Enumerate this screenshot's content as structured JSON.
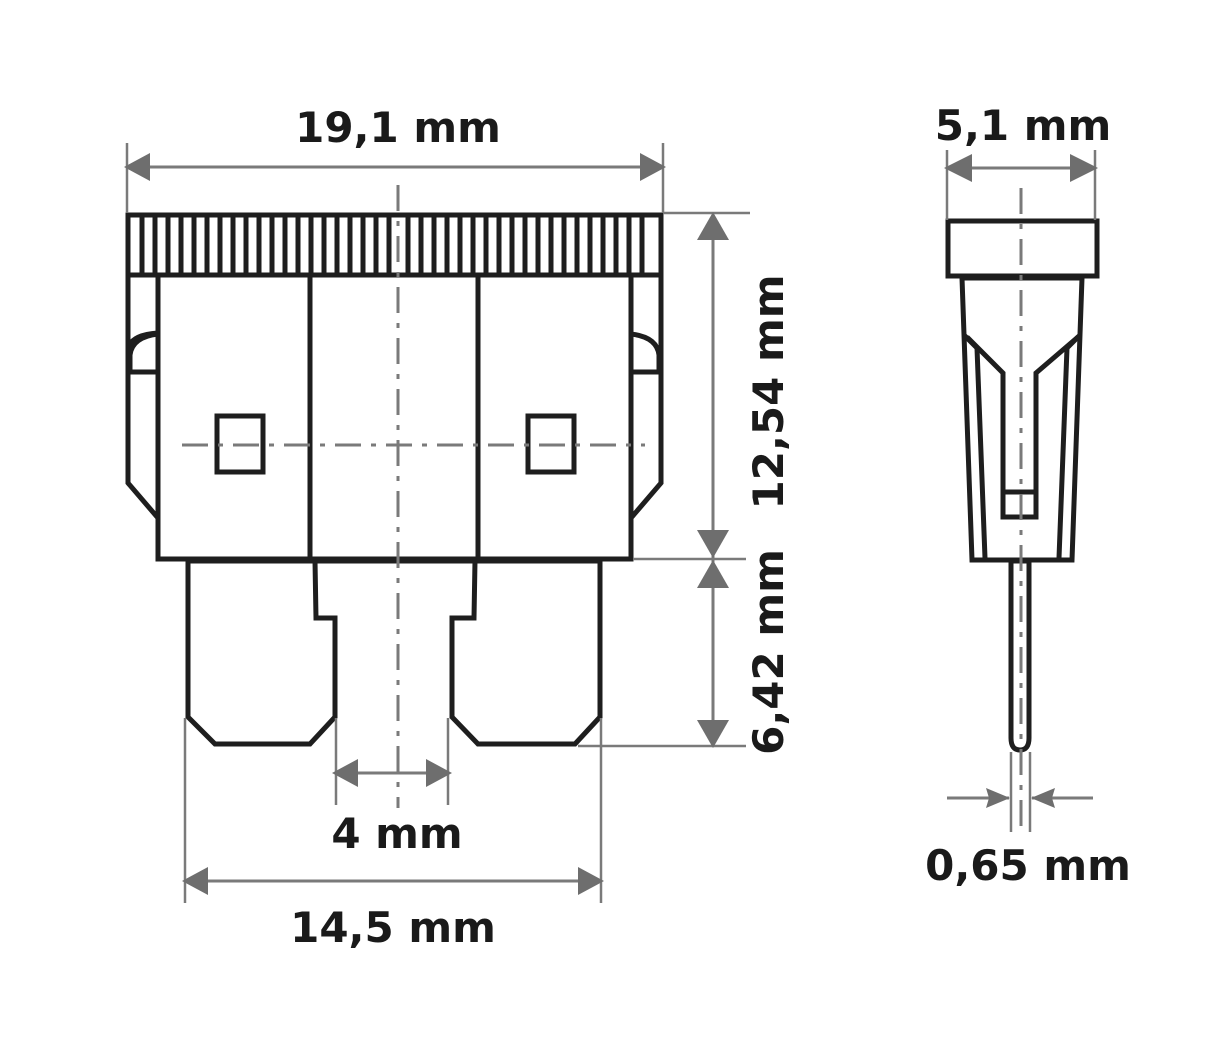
{
  "diagram": {
    "subject": "Blade fuse (standard ATO) dimensional drawing",
    "views": [
      {
        "name": "front-view",
        "dimensions": {
          "overall_width": "19,1 mm",
          "body_height": "12,54 mm",
          "blade_length": "6,42 mm",
          "blade_gap": "4 mm",
          "blade_span": "14,5 mm"
        }
      },
      {
        "name": "side-view",
        "dimensions": {
          "overall_thickness": "5,1 mm",
          "blade_thickness": "0,65 mm"
        }
      }
    ],
    "colors": {
      "outline": "#1e1e1e",
      "dimension_lines": "#7a7a7a",
      "arrowheads": "#6e6e6e",
      "background": "#ffffff"
    }
  }
}
